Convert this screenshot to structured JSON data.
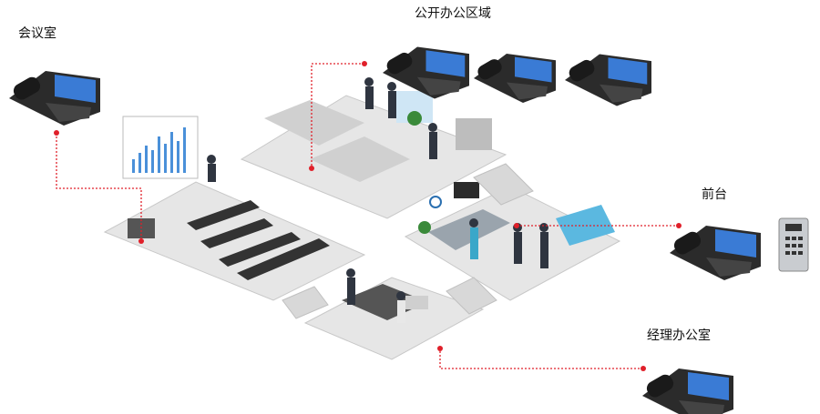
{
  "zones": {
    "meeting_room": {
      "label": "会议室"
    },
    "open_office": {
      "label": "公开办公区域"
    },
    "reception": {
      "label": "前台"
    },
    "manager_office": {
      "label": "经理办公室"
    }
  },
  "colors": {
    "connector": "#e0202a",
    "floor": "#e6e6e6",
    "floor_edge": "#c8c8c8",
    "phone": "#2b2b2b",
    "screen": "#3a7bd5"
  }
}
